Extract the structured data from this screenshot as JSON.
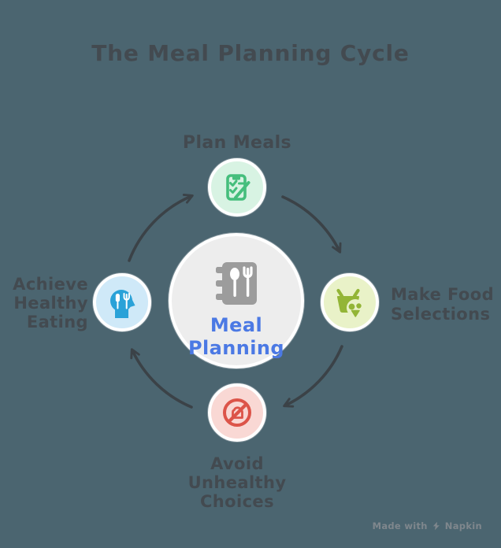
{
  "title": "The Meal Planning Cycle",
  "colors": {
    "background": "#4b6570",
    "text": "#434a50",
    "arrow": "#3b4247",
    "center_fill": "#ededed",
    "center_icon": "#9c9c9c",
    "center_text": "#4b79e4",
    "credit_text": "#7f878d"
  },
  "center": {
    "label": "Meal\nPlanning",
    "icon": "meal-planning-notebook-icon"
  },
  "nodes": {
    "plan": {
      "label": "Plan Meals",
      "fill": "#d8f3e3",
      "icon_color": "#45be7c",
      "icon": "checklist-pencil-icon"
    },
    "select": {
      "label": "Make Food\nSelections",
      "fill": "#e9f2c8",
      "icon_color": "#93b536",
      "icon": "food-basket-icon"
    },
    "avoid": {
      "label": "Avoid\nUnhealthy\nChoices",
      "fill": "#f9d8d4",
      "icon_color": "#dc5449",
      "icon": "no-junk-food-icon"
    },
    "achieve": {
      "label": "Achieve\nHealthy\nEating",
      "fill": "#cfe9f8",
      "icon_color": "#2aa2d8",
      "icon": "healthy-mind-icon"
    }
  },
  "cycle_order": [
    "Plan Meals",
    "Make Food Selections",
    "Avoid Unhealthy Choices",
    "Achieve Healthy Eating"
  ],
  "credit": {
    "prefix": "Made with",
    "brand": "Napkin"
  }
}
